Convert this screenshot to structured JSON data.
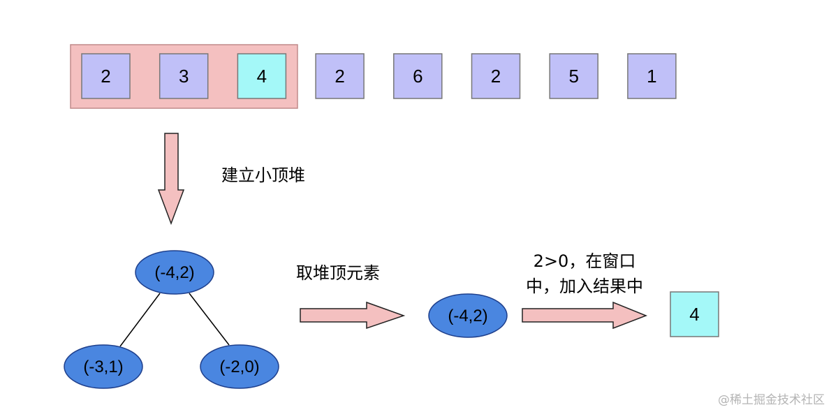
{
  "colors": {
    "cell_fill": "#c0c0f8",
    "cell_highlight": "#a4f8f8",
    "window_fill": "#f4c0c0",
    "window_stroke": "#c08a8a",
    "arrow_fill": "#f4c0c0",
    "node_fill": "#4a86e0",
    "node_stroke": "#1e3f8c",
    "line": "#000000"
  },
  "array": {
    "values": [
      "2",
      "3",
      "4",
      "2",
      "6",
      "2",
      "5",
      "1"
    ],
    "highlight_index": 2,
    "window_size": 3
  },
  "heap": {
    "root": "(-4,2)",
    "left": "(-3,1)",
    "right": "(-2,0)"
  },
  "labels": {
    "build_heap": "建立小顶堆",
    "take_top": "取堆顶元素",
    "condition_line1": "2>0，在窗口",
    "condition_line2": "中，加入结果中"
  },
  "popped_node": "(-4,2)",
  "result": {
    "value": "4"
  },
  "watermark": "@稀土掘金技术社区"
}
